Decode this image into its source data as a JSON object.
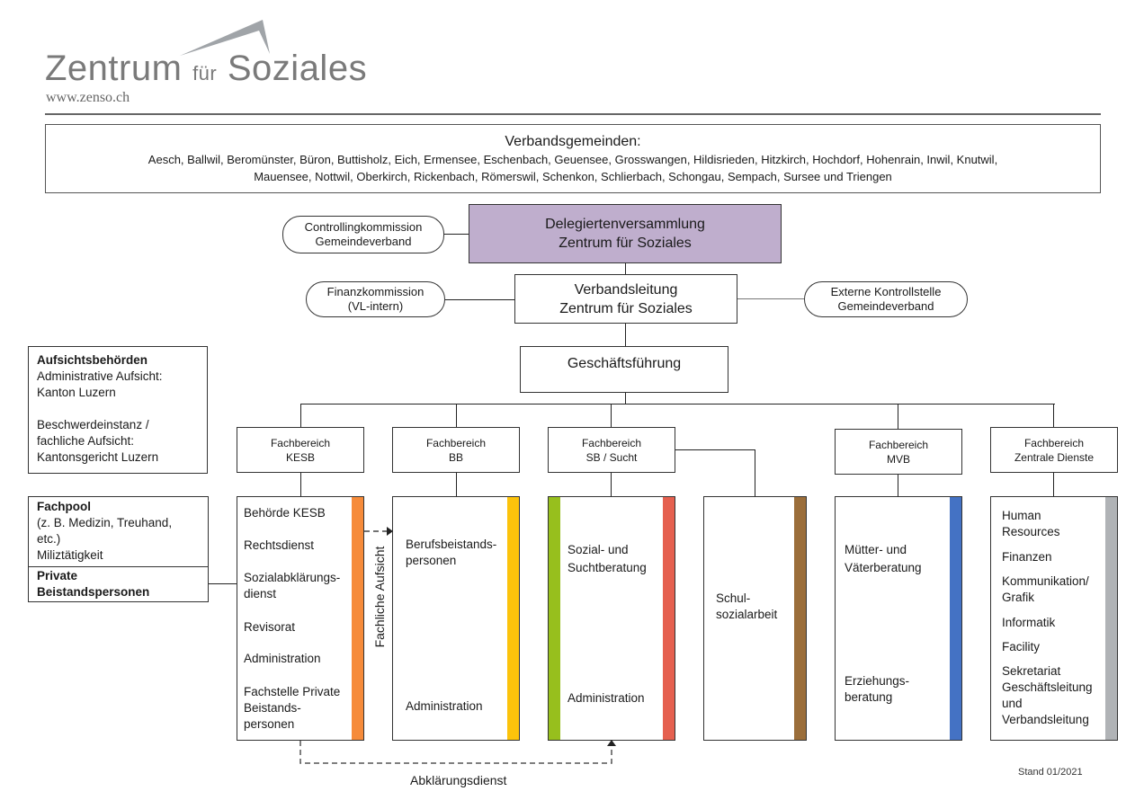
{
  "logo": {
    "word1": "Zentrum",
    "word2": "für",
    "word3": "Soziales",
    "url": "www.zenso.ch"
  },
  "members": {
    "title": "Verbandsgemeinden:",
    "line1": "Aesch, Ballwil, Beromünster, Büron, Buttisholz, Eich, Ermensee, Eschenbach, Geuensee, Grosswangen, Hildisrieden, Hitzkirch, Hochdorf, Hohenrain, Inwil, Knutwil,",
    "line2": "Mauensee, Nottwil, Oberkirch, Rickenbach, Römerswil, Schenkon, Schlierbach, Schongau, Sempach, Sursee und Triengen"
  },
  "delegates": {
    "line1": "Delegiertenversammlung",
    "line2": "Zentrum für Soziales",
    "color": "#bfaecd"
  },
  "controlling": {
    "line1": "Controllingkommission",
    "line2": "Gemeindeverband"
  },
  "board": {
    "line1": "Verbandsleitung",
    "line2": "Zentrum für Soziales"
  },
  "finance": {
    "line1": "Finanzkommission",
    "line2": "(VL-intern)"
  },
  "external": {
    "line1": "Externe Kontrollstelle",
    "line2": "Gemeindeverband"
  },
  "management": {
    "label": "Geschäftsführung"
  },
  "supervision": {
    "title": "Aufsichtsbehörden",
    "l1": "Administrative Aufsicht:",
    "l2": "Kanton Luzern",
    "l3": "Beschwerdeinstanz /",
    "l4": "fachliche Aufsicht:",
    "l5": "Kantonsgericht Luzern"
  },
  "pool": {
    "title": "Fachpool",
    "l1": "(z. B. Medizin, Treuhand,",
    "l2": "etc.)",
    "l3": "Miliztätigkeit",
    "private1": "Private",
    "private2": "Beistandspersonen"
  },
  "departments": [
    {
      "l1": "Fachbereich",
      "l2": "KESB"
    },
    {
      "l1": "Fachbereich",
      "l2": "BB"
    },
    {
      "l1": "Fachbereich",
      "l2": "SB / Sucht"
    },
    {
      "l1": "Fachbereich",
      "l2": "MVB"
    },
    {
      "l1": "Fachbereich",
      "l2": "Zentrale Dienste"
    }
  ],
  "units": {
    "kesb": {
      "color": "#f68b3a",
      "items": [
        "Behörde KESB",
        "Rechtsdienst",
        "Sozialabklärungs-",
        "dienst",
        "Revisorat",
        "Administration",
        "Fachstelle Private",
        "Beistands-",
        "personen"
      ]
    },
    "bb": {
      "color": "#fcc30b",
      "items": [
        "Berufsbeistands-",
        "personen",
        "Administration"
      ]
    },
    "sb": {
      "color_left": "#97bf1d",
      "color_right": "#e5604f",
      "items": [
        "Sozial- und",
        "Suchtberatung",
        "Administration"
      ]
    },
    "ssa": {
      "color": "#9b6e3a",
      "items": [
        "Schul-",
        "sozialarbeit"
      ]
    },
    "mvb": {
      "color": "#4472c4",
      "items": [
        "Mütter- und",
        "Väterberatung",
        "Erziehungs-",
        "beratung"
      ]
    },
    "zd": {
      "color": "#b0b3b6",
      "items": [
        "Human",
        "Resources",
        "Finanzen",
        "Kommunikation/",
        "Grafik",
        "Informatik",
        "Facility",
        "Sekretariat",
        "Geschäftsleitung",
        "und",
        "Verbandsleitung"
      ]
    }
  },
  "annotations": {
    "fachliche_aufsicht": "Fachliche Aufsicht",
    "abklaerungsdienst": "Abklärungsdienst",
    "stand": "Stand 01/2021"
  }
}
